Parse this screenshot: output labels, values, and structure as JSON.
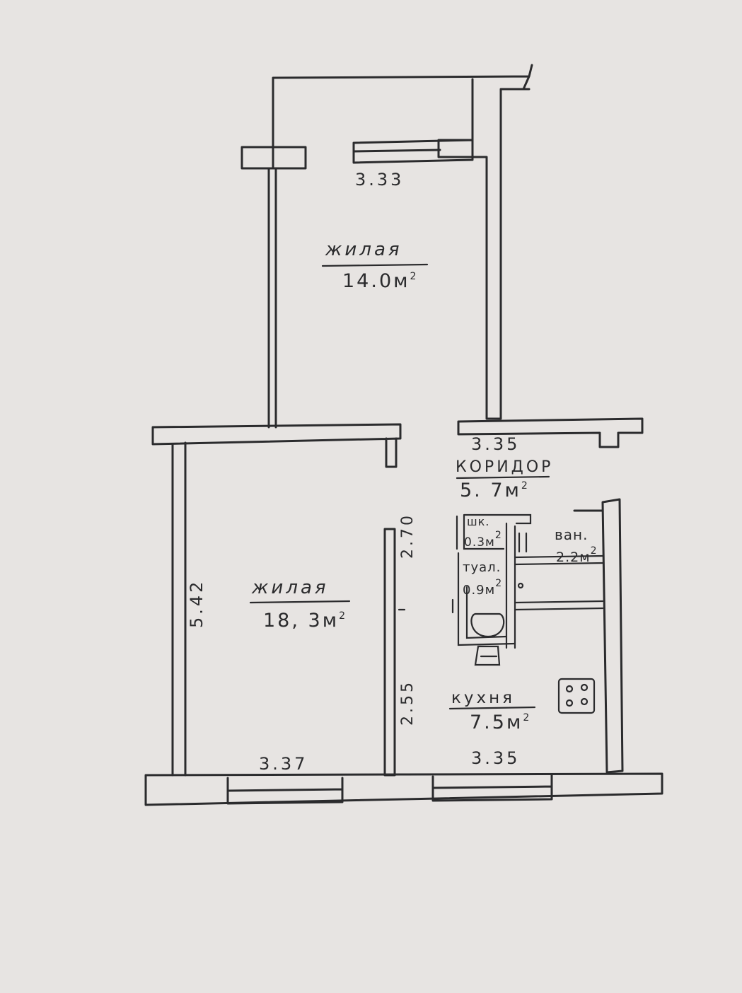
{
  "plan": {
    "rooms": {
      "living_top": {
        "name": "жилая",
        "area": "14.0",
        "unit": "м",
        "exp": "2"
      },
      "living_bottom": {
        "name": "жилая",
        "area": "18, 3",
        "unit": "м",
        "exp": "2"
      },
      "corridor": {
        "name": "КОРИДОР",
        "area": "5. 7",
        "unit": "м",
        "exp": "2"
      },
      "closet": {
        "name": "шк.",
        "area": "0.3",
        "unit": "м",
        "exp": "2"
      },
      "bath": {
        "name": "ван.",
        "area": "2.2",
        "unit": "м",
        "exp": "2"
      },
      "toilet": {
        "name": "туал.",
        "area": "0.9",
        "unit": "м",
        "exp": "2"
      },
      "kitchen": {
        "name": "кухня",
        "area": "7.5",
        "unit": "м",
        "exp": "2"
      }
    },
    "dimensions": {
      "top_room_width": "3.33",
      "corridor_width": "3.35",
      "living_height": "5.42",
      "partition_upper": "2.70",
      "partition_lower": "2.55",
      "living_width": "3.37",
      "kitchen_width": "3.35"
    },
    "colors": {
      "paper": "#e7e4e2",
      "ink": "#2b2b2d"
    }
  }
}
